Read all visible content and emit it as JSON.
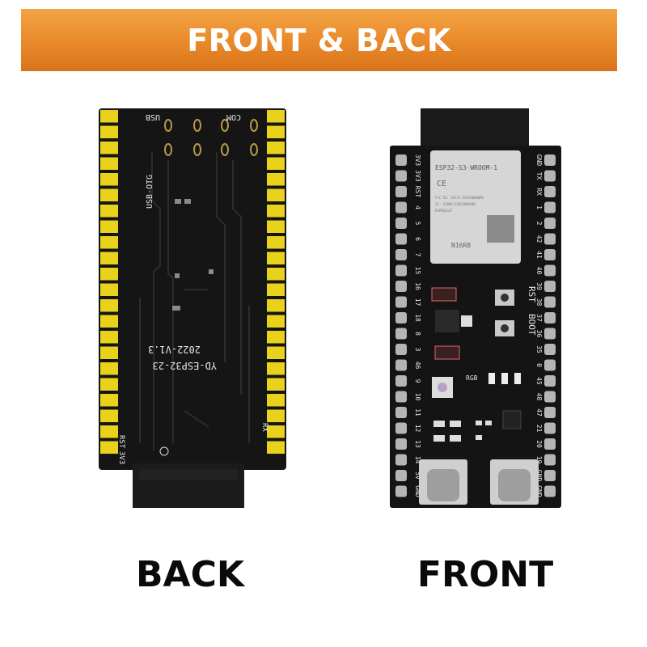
{
  "banner": {
    "title": "FRONT & BACK",
    "color_top": "#f2a444",
    "color_bottom": "#d9731a"
  },
  "back": {
    "caption": "BACK",
    "silk": {
      "usb": "USB",
      "com": "COM",
      "usb_otg": "USB-OTG",
      "version": "2022-V1.3",
      "model": "YD-ESP32-23",
      "rst": "RST",
      "v33": "3V3",
      "rx": "RX"
    },
    "pin_color": "#e9d21c",
    "pcb_color": "#151515"
  },
  "front": {
    "caption": "FRONT",
    "module": {
      "name": "ESP32-S3-WROOM-1",
      "variant": "N16R8",
      "line1": "FCC ID: 2AC7Z-ESPS3WROOM1",
      "line2": "IC: 21098-ESPS3WROOM1",
      "line3": "ESPRESSIF"
    },
    "buttons": {
      "rst": "RST",
      "boot": "BOOT"
    },
    "rgb_label": "RGB",
    "left_pins": [
      "3V3",
      "3V3",
      "RST",
      "4",
      "5",
      "6",
      "7",
      "15",
      "16",
      "17",
      "18",
      "8",
      "3",
      "46",
      "9",
      "10",
      "11",
      "12",
      "13",
      "14",
      "5V",
      "GND"
    ],
    "right_pins": [
      "GND",
      "TX",
      "RX",
      "1",
      "2",
      "42",
      "41",
      "40",
      "39",
      "38",
      "37",
      "36",
      "35",
      "0",
      "45",
      "48",
      "47",
      "21",
      "20",
      "19",
      "GND",
      "GND"
    ],
    "pcb_color": "#141414"
  }
}
